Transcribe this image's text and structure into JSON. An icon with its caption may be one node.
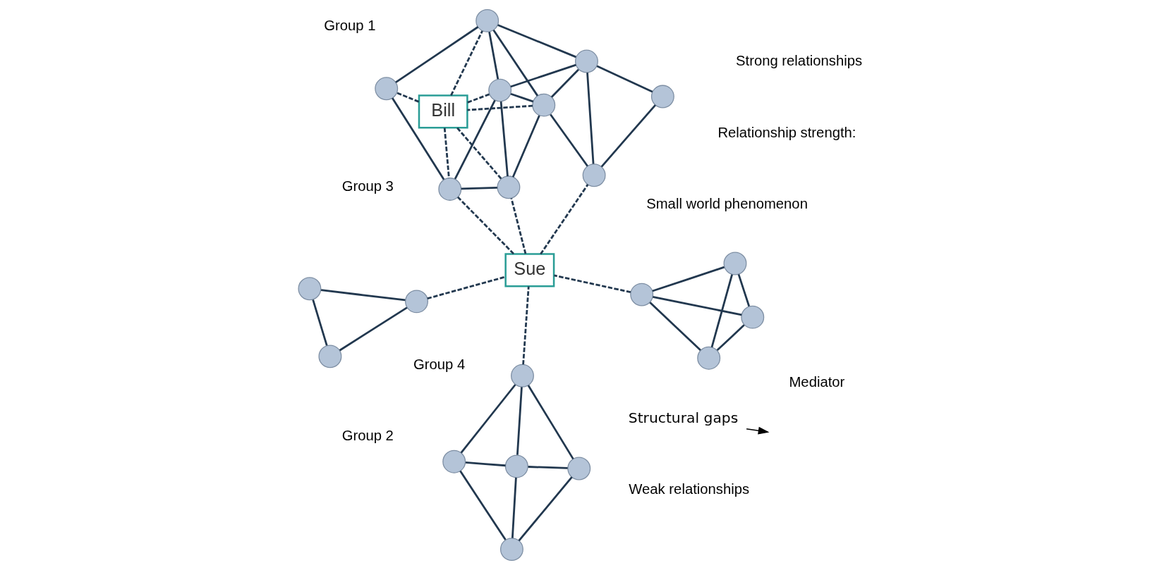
{
  "diagram": {
    "nodes": [
      {
        "text": [
          "Sue"
        ]
      },
      {
        "text": [
          "Bill"
        ]
      },
      {
        "text": [
          "Structural gaps"
        ]
      },
      {
        "text": [],
        "shape": "circle"
      },
      {
        "text": [],
        "shape": "circle"
      },
      {
        "text": [],
        "shape": "circle"
      },
      {
        "text": [],
        "shape": "circle"
      },
      {
        "text": [],
        "shape": "circle"
      },
      {
        "text": [],
        "shape": "circle"
      },
      {
        "text": [],
        "shape": "circle"
      },
      {
        "text": [],
        "shape": "circle"
      },
      {
        "text": [],
        "shape": "circle"
      },
      {
        "text": [],
        "shape": "circle"
      },
      {
        "text": [],
        "shape": "circle"
      },
      {
        "text": [],
        "shape": "circle"
      },
      {
        "text": [],
        "shape": "circle"
      },
      {
        "text": [],
        "shape": "circle"
      },
      {
        "text": [],
        "shape": "circle"
      },
      {
        "text": [],
        "shape": "circle"
      },
      {
        "text": [],
        "shape": "circle"
      },
      {
        "text": [],
        "shape": "circle"
      },
      {
        "text": [],
        "shape": "circle"
      },
      {
        "text": [],
        "shape": "circle"
      },
      {
        "text": [],
        "shape": "circle"
      }
    ],
    "edges": [
      {
        "from": 3,
        "to": 4,
        "arrow": "none"
      },
      {
        "from": 3,
        "to": 5,
        "arrow": "none"
      },
      {
        "from": 4,
        "to": 5,
        "arrow": "none"
      },
      {
        "from": 5,
        "to": 0,
        "arrow": "none",
        "style": "dashed"
      },
      {
        "from": 6,
        "to": 7,
        "arrow": "none"
      },
      {
        "from": 6,
        "to": 8,
        "arrow": "none"
      },
      {
        "from": 6,
        "to": 9,
        "arrow": "none"
      },
      {
        "from": 6,
        "to": 10,
        "arrow": "none"
      },
      {
        "from": 7,
        "to": 8,
        "arrow": "none"
      },
      {
        "from": 7,
        "to": 9,
        "arrow": "none"
      },
      {
        "from": 9,
        "to": 10,
        "arrow": "none"
      },
      {
        "from": 10,
        "to": 8,
        "arrow": "none"
      },
      {
        "from": 8,
        "to": 0,
        "arrow": "none",
        "style": "dashed"
      },
      {
        "from": 11,
        "to": 12,
        "arrow": "none"
      },
      {
        "from": 11,
        "to": 13,
        "arrow": "none"
      },
      {
        "from": 11,
        "to": 14,
        "arrow": "none"
      },
      {
        "from": 12,
        "to": 13,
        "arrow": "none"
      },
      {
        "from": 12,
        "to": 14,
        "arrow": "none"
      },
      {
        "from": 13,
        "to": 14,
        "arrow": "none"
      },
      {
        "from": 11,
        "to": 0,
        "arrow": "none",
        "style": "dashed"
      },
      {
        "from": 0,
        "to": 16,
        "arrow": "none",
        "style": "dashed"
      },
      {
        "from": 0,
        "to": 20,
        "arrow": "none",
        "style": "dashed"
      },
      {
        "from": 0,
        "to": 22,
        "arrow": "none",
        "style": "dashed"
      },
      {
        "from": 15,
        "to": 16,
        "arrow": "none"
      },
      {
        "from": 15,
        "to": 17,
        "arrow": "none"
      },
      {
        "from": 16,
        "to": 17,
        "arrow": "none"
      },
      {
        "from": 16,
        "to": 18,
        "arrow": "none"
      },
      {
        "from": 18,
        "to": 17,
        "arrow": "none"
      },
      {
        "from": 17,
        "to": 19,
        "arrow": "none"
      },
      {
        "from": 17,
        "to": 21,
        "arrow": "none"
      },
      {
        "from": 18,
        "to": 19,
        "arrow": "none"
      },
      {
        "from": 18,
        "to": 21,
        "arrow": "none"
      },
      {
        "from": 18,
        "to": 20,
        "arrow": "none"
      },
      {
        "from": 18,
        "to": 1,
        "arrow": "none",
        "style": "dashed"
      },
      {
        "from": 20,
        "to": 19,
        "arrow": "none"
      },
      {
        "from": 20,
        "to": 22,
        "arrow": "none"
      },
      {
        "from": 20,
        "to": 1,
        "arrow": "none",
        "style": "dashed"
      },
      {
        "from": 1,
        "to": 19,
        "arrow": "none",
        "style": "dashed"
      },
      {
        "from": 1,
        "to": 21,
        "arrow": "none",
        "style": "dashed"
      },
      {
        "from": 1,
        "to": 22,
        "arrow": "none",
        "style": "dashed"
      },
      {
        "from": 1,
        "to": 23,
        "arrow": "none",
        "style": "dashed"
      },
      {
        "from": 22,
        "to": 19,
        "arrow": "none"
      },
      {
        "from": 22,
        "to": 23,
        "arrow": "none"
      },
      {
        "from": 23,
        "to": 21,
        "arrow": "none"
      },
      {
        "from": 19,
        "to": 21,
        "arrow": "none"
      },
      {
        "from": 2,
        "to": null,
        "arrow": "to",
        "color": "#000000"
      }
    ],
    "labels": [
      "Small world phenomenon",
      "Group 4",
      "Group 3",
      "Group 2",
      "Group 1",
      "Mediator",
      "Relationship strength:",
      "Strong relationships",
      "Weak relationships"
    ]
  }
}
